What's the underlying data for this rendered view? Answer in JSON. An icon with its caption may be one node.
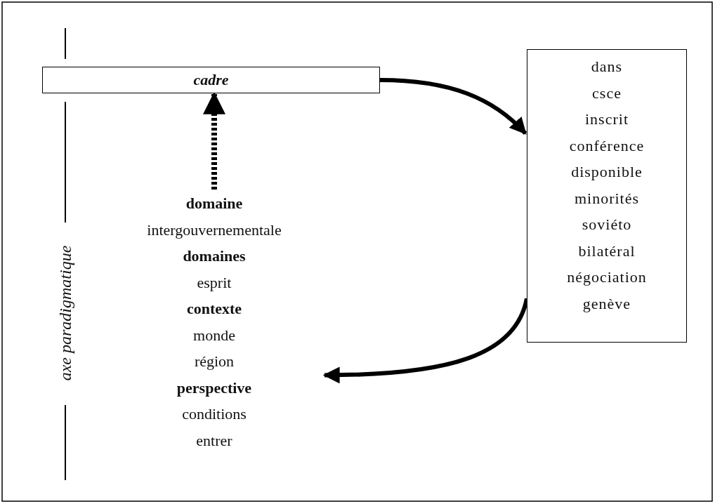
{
  "diagram": {
    "nodes": [
      {
        "text": [
          "cadre"
        ]
      },
      {
        "text": [
          "dans",
          "csce",
          "inscrit",
          "conférence",
          "disponible",
          "minorités",
          "soviéto",
          "bilatéral",
          "négociation",
          "genève"
        ]
      },
      {
        "text": [
          "domaine",
          "intergouvernementale",
          "domaines",
          "esprit",
          "contexte",
          "monde",
          "région",
          "perspective",
          "conditions",
          "entrer"
        ]
      }
    ],
    "edges": [
      {
        "from": 0,
        "to": 1,
        "arrow": "to"
      },
      {
        "from": 1,
        "to": 2,
        "arrow": "to"
      },
      {
        "from": 2,
        "to": 0,
        "arrow": "to",
        "style": "dashed"
      }
    ],
    "labels": [
      "axe paradigmatique"
    ]
  }
}
